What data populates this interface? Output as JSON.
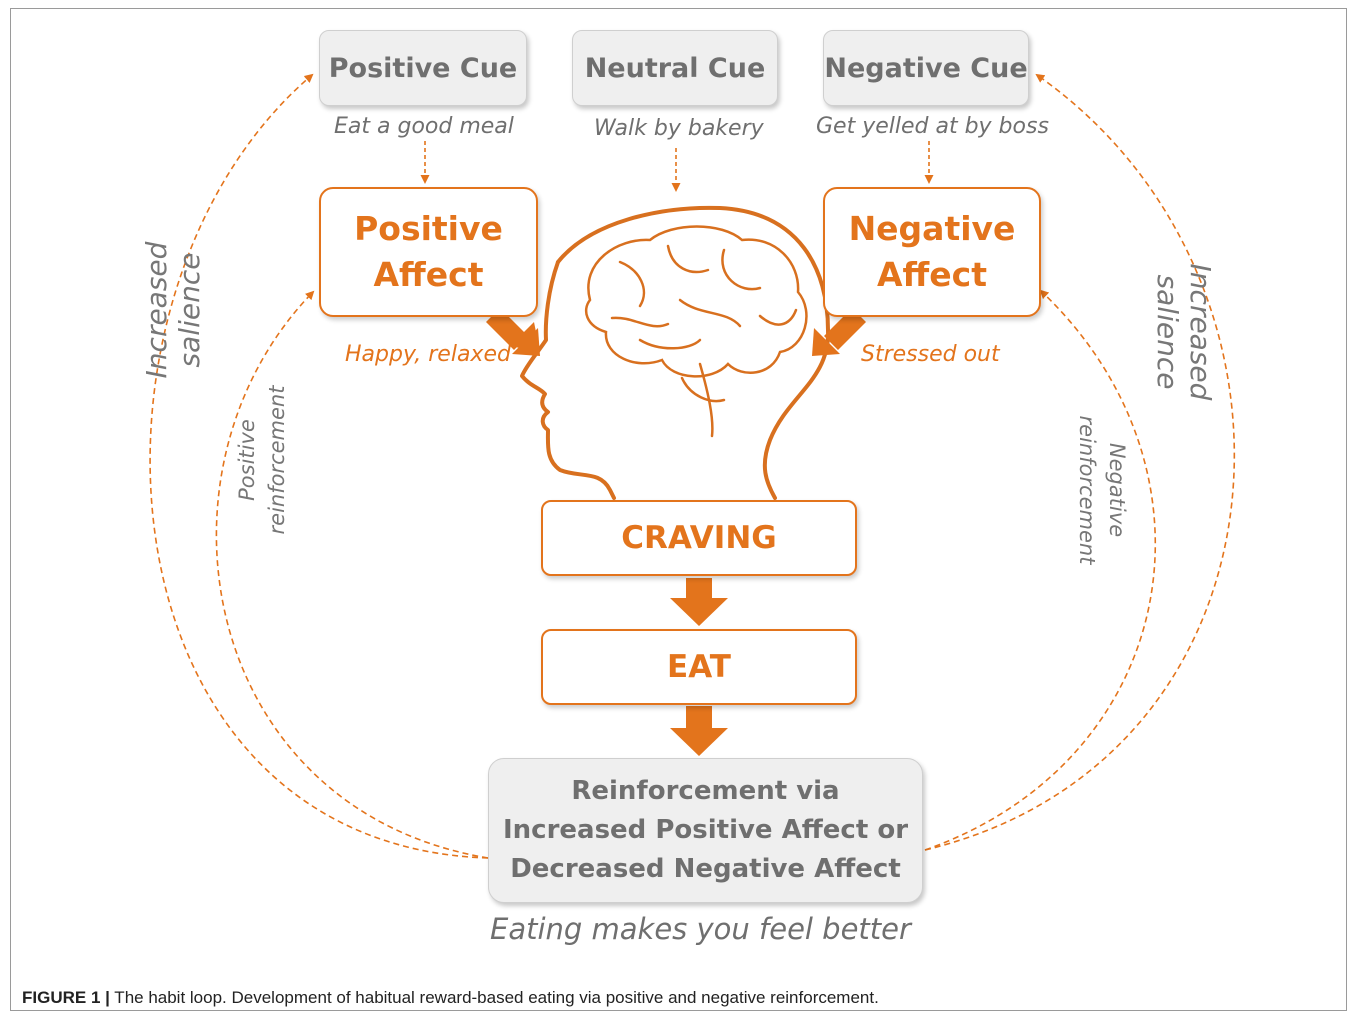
{
  "cues": {
    "positive": "Positive Cue",
    "neutral": "Neutral Cue",
    "negative": "Negative Cue"
  },
  "cue_examples": {
    "positive": "Eat a good meal",
    "neutral": "Walk by bakery",
    "negative": "Get yelled at by boss"
  },
  "affects": {
    "positive": "Positive\nAffect",
    "negative": "Negative\nAffect"
  },
  "affect_examples": {
    "positive": "Happy, relaxed",
    "negative": "Stressed out"
  },
  "flow": {
    "craving": "CRAVING",
    "eat": "EAT",
    "reinforcement": "Reinforcement via\nIncreased Positive Affect or\nDecreased Negative Affect",
    "outcome": "Eating makes you feel better"
  },
  "loops": {
    "salience_left": "Increased salience",
    "salience_right": "Increased salience",
    "positive_reinforcement": "Positive\nreinforcement",
    "negative_reinforcement": "Negative\nreinforcement"
  },
  "caption": {
    "label": "FIGURE 1 |",
    "text": " The habit loop. Development of habitual reward-based eating via positive and negative reinforcement."
  },
  "colors": {
    "accent": "#e3741c",
    "box_gray": "#efefef",
    "text_gray": "#6f6f6f"
  }
}
